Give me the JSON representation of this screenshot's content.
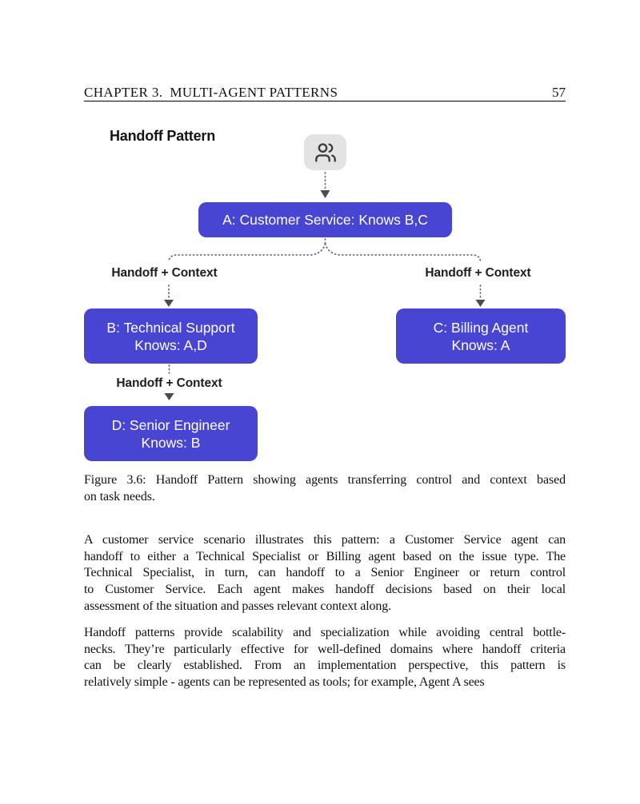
{
  "header": {
    "chapter_title": "CHAPTER 3. MULTI-AGENT PATTERNS",
    "page_number": "57"
  },
  "diagram": {
    "title": "Handoff Pattern",
    "root_icon": "users-icon",
    "nodes": {
      "a": {
        "lines": [
          "A: Customer Service: Knows B,C"
        ]
      },
      "b": {
        "lines": [
          "B: Technical Support",
          "Knows: A,D"
        ]
      },
      "c": {
        "lines": [
          "C: Billing Agent",
          "Knows: A"
        ]
      },
      "d": {
        "lines": [
          "D: Senior Engineer",
          "Knows: B"
        ]
      }
    },
    "edge_labels": {
      "left": "Handoff + Context",
      "right": "Handoff + Context",
      "bottom": "Handoff + Context"
    },
    "colors": {
      "page_bg": "#ffffff",
      "node_bg": "#4845d2",
      "node_text": "#ffffff",
      "icon_box_bg": "#e3e3e3",
      "icon_stroke": "#3a3a3a",
      "connector": "#6e6e6e",
      "arrowhead": "#4c4c4c",
      "label_text": "#1e1e1e",
      "body_text": "#111111"
    }
  },
  "caption": {
    "lines": [
      "Figure 3.6: Handoff Pattern showing agents transferring control and context based",
      "on task needs."
    ]
  },
  "paragraphs": [
    {
      "lines": [
        "A customer service scenario illustrates this pattern: a Customer Service agent can",
        "handoff to either a Technical Specialist or Billing agent based on the issue type. The",
        "Technical Specialist, in turn, can handoff to a Senior Engineer or return control",
        "to Customer Service.  Each agent makes handoff decisions based on their local",
        "assessment of the situation and passes relevant context along."
      ]
    },
    {
      "lines": [
        "Handoff patterns provide scalability and specialization while avoiding central bottle-",
        "necks. They’re particularly effective for well-defined domains where handoff criteria",
        "can be clearly established.  From an implementation perspective, this pattern is",
        "relatively simple - agents can be represented as tools; for example, Agent A sees"
      ]
    }
  ]
}
